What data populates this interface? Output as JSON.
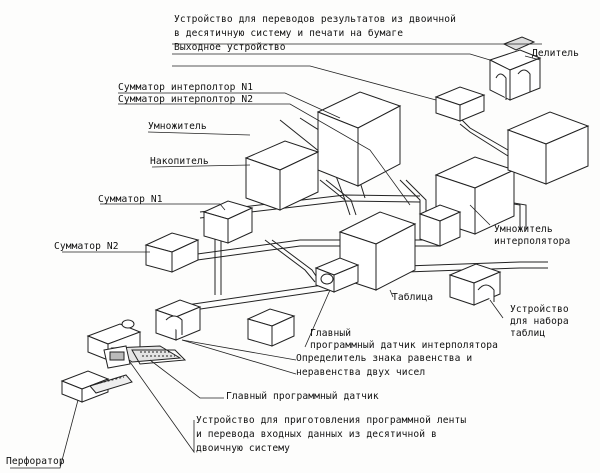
{
  "labels": {
    "converter": "Устройство для переводов результатов из двоичной",
    "converter_2": "в десятичную систему и печати на бумаге",
    "output_device": "Выходное устройство",
    "divider": "Делитель",
    "interp_adder_1": "Сумматор интерполтор N1",
    "interp_adder_2": "Сумматор интерполтор N2",
    "multiplier": "Умножитель",
    "accumulator": "Накопитель",
    "adder_1": "Сумматор N1",
    "adder_2": "Сумматор N2",
    "interp_multiplier": "Умножитель",
    "interp_multiplier_2": "интерполятора",
    "table": "Таблица",
    "table_device": "Устройство",
    "table_device_2": "для набора",
    "table_device_3": "таблиц",
    "interp_sensor": "Главный",
    "interp_sensor_2": "программный датчик интерполятора",
    "comparator": "Определитель знака равенства и",
    "comparator_2": "неравенства двух чисел",
    "main_sensor": "Главный программный датчик",
    "tape_prep": "Устройство для приготовления программной ленты",
    "tape_prep_2": "и перевода входных данных из десятичной в",
    "tape_prep_3": "двоичную систему",
    "perforator": "Перфоратор"
  }
}
